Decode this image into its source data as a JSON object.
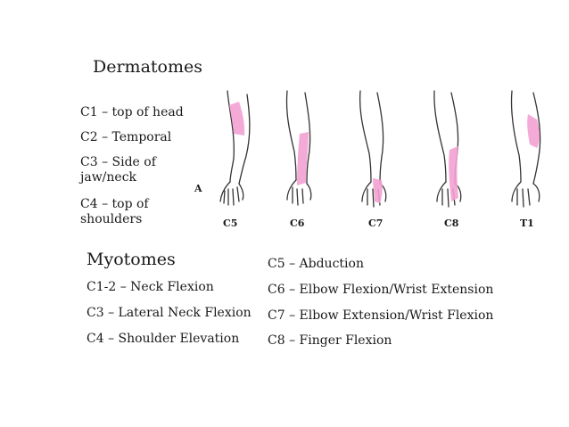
{
  "dermatomes": {
    "heading": "Dermatomes",
    "items": [
      "C1 – top of head",
      "C2 – Temporal",
      "C3 – Side of jaw/neck",
      "C4 – top of shoulders"
    ]
  },
  "figure": {
    "panel_label": "A",
    "arms": [
      "C5",
      "C6",
      "C7",
      "C8",
      "T1"
    ],
    "highlight_color": "#f3a1d2",
    "outline_color": "#333333"
  },
  "myotomes": {
    "heading": "Myotomes",
    "left_items": [
      "C1-2 – Neck Flexion",
      "C3 – Lateral Neck Flexion",
      "C4 – Shoulder Elevation"
    ],
    "right_items": [
      "C5 – Abduction",
      "C6 – Elbow Flexion/Wrist Extension",
      "C7 – Elbow Extension/Wrist Flexion",
      "C8 – Finger Flexion"
    ]
  }
}
